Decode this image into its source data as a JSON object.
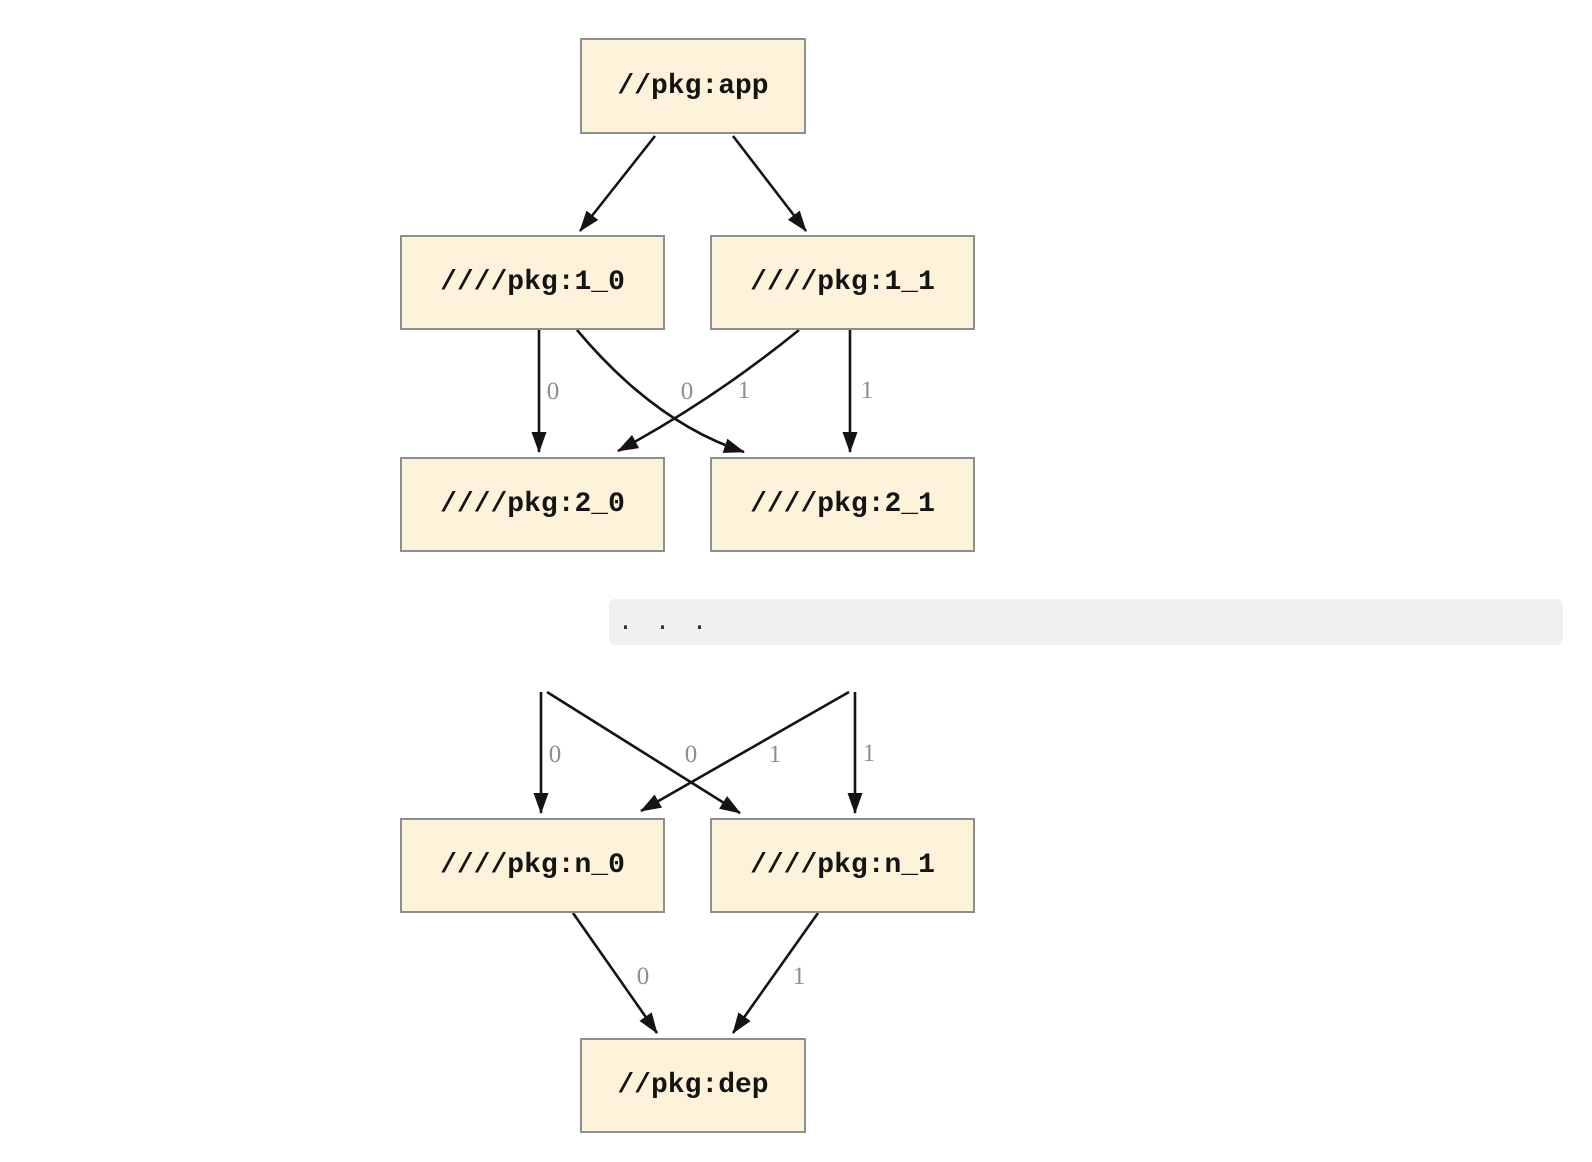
{
  "diagram": {
    "kind": "package-dependency-graph",
    "nodes": [
      {
        "id": "app",
        "label": "//pkg:app"
      },
      {
        "id": "1_0",
        "label": "////pkg:1_0"
      },
      {
        "id": "1_1",
        "label": "////pkg:1_1"
      },
      {
        "id": "2_0",
        "label": "////pkg:2_0"
      },
      {
        "id": "2_1",
        "label": "////pkg:2_1"
      },
      {
        "id": "n_0",
        "label": "////pkg:n_0"
      },
      {
        "id": "n_1",
        "label": "////pkg:n_1"
      },
      {
        "id": "dep",
        "label": "//pkg:dep"
      }
    ],
    "ellipsis_text": ". . .",
    "edges": [
      {
        "from": "//pkg:app",
        "to": "////pkg:1_0",
        "label": ""
      },
      {
        "from": "//pkg:app",
        "to": "////pkg:1_1",
        "label": ""
      },
      {
        "from": "////pkg:1_0",
        "to": "////pkg:2_0",
        "label": "0"
      },
      {
        "from": "////pkg:1_0",
        "to": "////pkg:2_1",
        "label": "1"
      },
      {
        "from": "////pkg:1_1",
        "to": "////pkg:2_0",
        "label": "0"
      },
      {
        "from": "////pkg:1_1",
        "to": "////pkg:2_1",
        "label": "1"
      },
      {
        "from": "...",
        "to": "////pkg:n_0",
        "label": "0"
      },
      {
        "from": "...",
        "to": "////pkg:n_1",
        "label": "1"
      },
      {
        "from": "...",
        "to": "////pkg:n_0",
        "label": "0"
      },
      {
        "from": "...",
        "to": "////pkg:n_1",
        "label": "1"
      },
      {
        "from": "////pkg:n_0",
        "to": "//pkg:dep",
        "label": "0"
      },
      {
        "from": "////pkg:n_1",
        "to": "//pkg:dep",
        "label": "1"
      }
    ],
    "colors": {
      "node_fill": "#fcf3da",
      "node_border": "#8a8f92",
      "edge": "#141414",
      "edge_label": "#8e8e8e",
      "ellipsis_background": "#f0f0f0",
      "ellipsis_text": "#2b2b2b",
      "page_background": "#ffffff"
    }
  }
}
